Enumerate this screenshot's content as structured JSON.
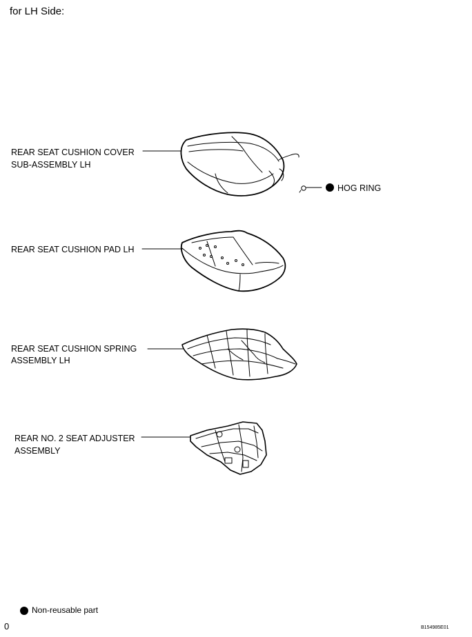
{
  "header": {
    "title": "for LH Side:"
  },
  "parts": {
    "cover": {
      "line1": "REAR SEAT CUSHION COVER",
      "line2": "SUB-ASSEMBLY LH"
    },
    "hog_ring": {
      "label": "HOG RING"
    },
    "pad": {
      "label": "REAR SEAT CUSHION PAD LH"
    },
    "spring": {
      "line1": "REAR SEAT CUSHION SPRING",
      "line2": "ASSEMBLY LH"
    },
    "adjuster": {
      "line1": "REAR NO. 2 SEAT ADJUSTER",
      "line2": "ASSEMBLY"
    }
  },
  "legend": {
    "non_reusable": "Non-reusable part",
    "bullet_icon": "filled-circle-icon"
  },
  "footer": {
    "page_marker": "0",
    "code": "B154985E01"
  }
}
